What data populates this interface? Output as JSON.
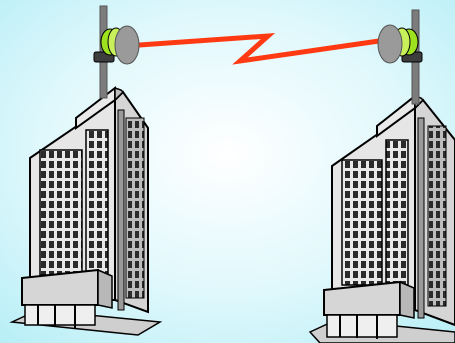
{
  "scene": {
    "background": "#dff8fc",
    "background_edge": "#b6eef6",
    "link_color": "#ff3a12",
    "dish_accent": "#9ee21f",
    "dish_gray": "#9a9a9a",
    "building_wall": "#d7d7d7",
    "building_face": "#eeeeee",
    "window_dark": "#2b2b2b",
    "mast_color": "#7c7c7c"
  },
  "elements": [
    {
      "name": "left-building",
      "icon": "office-tower-icon"
    },
    {
      "name": "right-building",
      "icon": "office-tower-icon"
    },
    {
      "name": "left-antenna-mast",
      "icon": "antenna-mast-icon"
    },
    {
      "name": "right-antenna-mast",
      "icon": "antenna-mast-icon"
    },
    {
      "name": "left-microwave-dish",
      "icon": "microwave-dish-icon"
    },
    {
      "name": "right-microwave-dish",
      "icon": "microwave-dish-icon"
    },
    {
      "name": "wireless-link",
      "icon": "lightning-bolt-icon"
    }
  ]
}
